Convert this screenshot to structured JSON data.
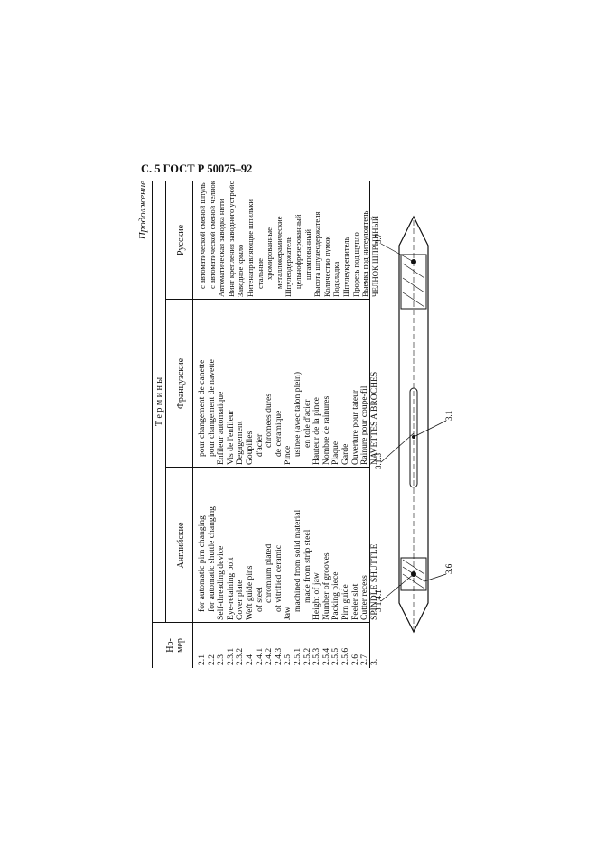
{
  "page_header": "С. 5  ГОСТ Р 50075–92",
  "continuation": "Продолжение",
  "columns": {
    "number": "Но-\nмер",
    "terms": "Т е р м и н ы",
    "english": "Английские",
    "french": "Французские",
    "russian": "Русские"
  },
  "rows": [
    {
      "num": "2.1",
      "en": "for automatic pirn changing",
      "fr": "pour changement de canette",
      "ru": "с автоматической сменой шпуль",
      "indent": 1
    },
    {
      "num": "2.2",
      "en": "for automatic shuttle changing",
      "fr": "pour changement de navette",
      "ru": "с автоматической сменой челноков",
      "indent": 1
    },
    {
      "num": "2.3",
      "en": "Self-threading device",
      "fr": "Enfileur automatique",
      "ru": "Автоматическая заводка нити",
      "indent": 0
    },
    {
      "num": "2.3.1",
      "en": "Eye-retaining bolt",
      "fr": "Vis de l'enfileur",
      "ru": "Винт крепления заводного устройства",
      "indent": 0
    },
    {
      "num": "2.3.2",
      "en": "Cover plate",
      "fr": "Degagement",
      "ru": "Заводное крыло",
      "indent": 0
    },
    {
      "num": "2.4",
      "en": "Weft guide pins",
      "fr": "Goupilles",
      "ru": "Нитенаправляющие шпильки",
      "indent": 0
    },
    {
      "num": "2.4.1",
      "en": "of steel",
      "fr": "d'acier",
      "ru": "стальные",
      "indent": 1
    },
    {
      "num": "2.4.2",
      "en": "chromium plated",
      "fr": "chromees dures",
      "ru": "хромированные",
      "indent": 2
    },
    {
      "num": "2.4.3",
      "en": "of vitrified ceramic",
      "fr": "de ceramique",
      "ru": "металлокерамические",
      "indent": 1
    },
    {
      "num": "2.5",
      "en": "Jaw",
      "fr": "Pince",
      "ru": "Шпулеодержатель",
      "indent": 0
    },
    {
      "num": "2.5.1",
      "en": "machined from solid material",
      "fr": "usinee (avec talon plein)",
      "ru": "цельнофрезерованный",
      "indent": 1
    },
    {
      "num": "2.5.2",
      "en": "made from strip steel",
      "fr": "en tole d'acier",
      "ru": "штампованный",
      "indent": 2
    },
    {
      "num": "2.5.3",
      "en": "Height of jaw",
      "fr": "Hauteur de la pince",
      "ru": "Высота шпулеодержателя",
      "indent": 0
    },
    {
      "num": "2.5.4",
      "en": "Number of grooves",
      "fr": "Nombre de rainures",
      "ru": "Количество пумок",
      "indent": 0
    },
    {
      "num": "2.5.5",
      "en": "Packing piece",
      "fr": "Plaque",
      "ru": "Подкладка",
      "indent": 0
    },
    {
      "num": "2.5.6",
      "en": "Pirn guide",
      "fr": "Garde",
      "ru": "Шпулеукрепитель",
      "indent": 0
    },
    {
      "num": "2.6",
      "en": "Feeler slot",
      "fr": "Ouverture pour tateur",
      "ru": "Прорезь под щупло",
      "indent": 0
    },
    {
      "num": "2.7",
      "en": "Cutter recess",
      "fr": "Rainure pour coupe-fil",
      "ru": "Выемка под нитеулоитель",
      "indent": 0
    },
    {
      "num": "3.",
      "en": "SPINDLE SHUTTLE",
      "fr": "NAVETTES A BROCHES",
      "ru": "ЧЕЛНОК ШПРЫННЫЙ",
      "indent": 0
    }
  ],
  "drawing_labels": [
    "3.7",
    "3.1.3",
    "3.1",
    "3.1.4.1",
    "3.6"
  ]
}
